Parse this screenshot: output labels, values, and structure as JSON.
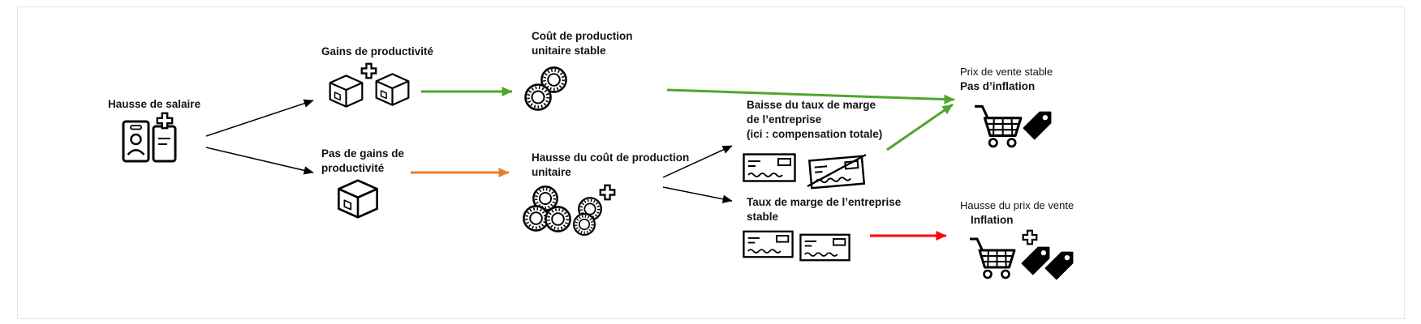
{
  "colors": {
    "black": "#000000",
    "green": "#4ea72e",
    "orange": "#ed7d31",
    "red": "#ff0000"
  },
  "nodes": {
    "wage_increase": {
      "lines": [
        "Hausse de salaire"
      ],
      "icon": "id-badges-plus"
    },
    "productivity_gains": {
      "lines": [
        "Gains de productivité"
      ],
      "icon": "boxes-plus"
    },
    "no_productivity_gains": {
      "lines": [
        "Pas de gains de",
        "productivité"
      ],
      "icon": "box"
    },
    "unit_cost_stable": {
      "lines": [
        "Coût de production",
        "unitaire stable"
      ],
      "icon": "coin-stack"
    },
    "unit_cost_increase": {
      "lines": [
        "Hausse du coût de production",
        "unitaire"
      ],
      "icon": "coin-stacks-plus"
    },
    "margin_decrease": {
      "lines": [
        "Baisse du taux de marge",
        "de l’entreprise",
        "(ici : compensation totale)"
      ],
      "icon": "cheque-and-crossed-cheque"
    },
    "margin_stable": {
      "lines": [
        "Taux de marge de l’entreprise",
        "stable"
      ],
      "icon": "two-cheques"
    },
    "price_stable": {
      "lines": [
        "Prix de vente stable",
        "Pas d’inflation"
      ],
      "icon": "cart-and-tag"
    },
    "price_increase": {
      "lines": [
        "Hausse du prix de vente",
        "Inflation"
      ],
      "icon": "cart-and-tags-plus"
    }
  },
  "edges": [
    {
      "from": "wage_increase",
      "to": "productivity_gains",
      "color": "black"
    },
    {
      "from": "wage_increase",
      "to": "no_productivity_gains",
      "color": "black"
    },
    {
      "from": "productivity_gains",
      "to": "unit_cost_stable",
      "color": "green"
    },
    {
      "from": "unit_cost_stable",
      "to": "price_stable",
      "color": "green"
    },
    {
      "from": "no_productivity_gains",
      "to": "unit_cost_increase",
      "color": "orange"
    },
    {
      "from": "unit_cost_increase",
      "to": "margin_decrease",
      "color": "black"
    },
    {
      "from": "unit_cost_increase",
      "to": "margin_stable",
      "color": "black"
    },
    {
      "from": "margin_decrease",
      "to": "price_stable",
      "color": "green"
    },
    {
      "from": "margin_stable",
      "to": "price_increase",
      "color": "red"
    }
  ]
}
